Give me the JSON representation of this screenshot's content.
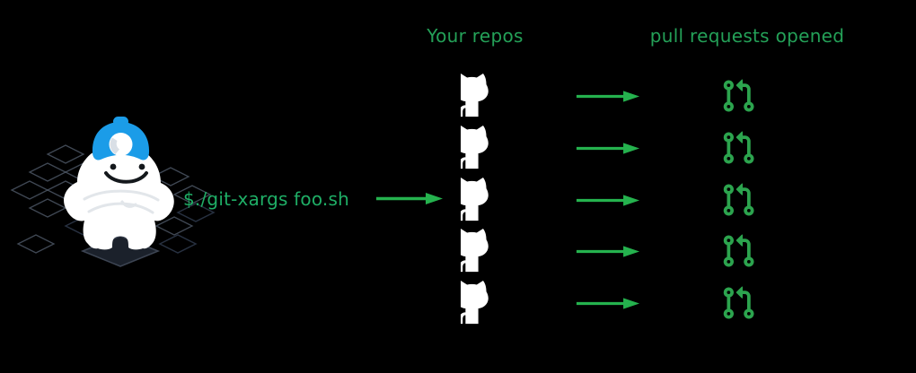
{
  "headers": {
    "repos": "Your repos",
    "prs": "pull requests opened"
  },
  "command": {
    "text": "$./git-xargs foo.sh",
    "arrow_icon": "arrow-right-icon"
  },
  "flow": {
    "rows": [
      {
        "repo_icon": "github-octocat-icon",
        "arrow_icon": "arrow-right-icon",
        "pr_icon": "git-pull-request-icon"
      },
      {
        "repo_icon": "github-octocat-icon",
        "arrow_icon": "arrow-right-icon",
        "pr_icon": "git-pull-request-icon"
      },
      {
        "repo_icon": "github-octocat-icon",
        "arrow_icon": "arrow-right-icon",
        "pr_icon": "git-pull-request-icon"
      },
      {
        "repo_icon": "github-octocat-icon",
        "arrow_icon": "arrow-right-icon",
        "pr_icon": "git-pull-request-icon"
      },
      {
        "repo_icon": "github-octocat-icon",
        "arrow_icon": "arrow-right-icon",
        "pr_icon": "git-pull-request-icon"
      }
    ]
  },
  "mascot": {
    "name": "git-xargs-miner-yeti-mascot",
    "details": "white yeti with crossed arms wearing blue miner helmet with headlamp, standing on dark isometric tile"
  },
  "icons": {
    "repo": "github-octocat-icon",
    "arrow": "arrow-right-icon",
    "pull_request": "git-pull-request-icon"
  },
  "colors": {
    "bg": "#000000",
    "green_label": "#24a158",
    "green_command": "#1fae66",
    "green_arrow": "#25b24e",
    "green_pr": "#2ca44e",
    "icon_white": "#ffffff",
    "helmet_blue": "#1b9ce8",
    "grid_gray": "#566070",
    "grid_navy": "#273040",
    "pedestal_fill": "#1b212b",
    "pedestal_stroke": "#3c4452"
  }
}
